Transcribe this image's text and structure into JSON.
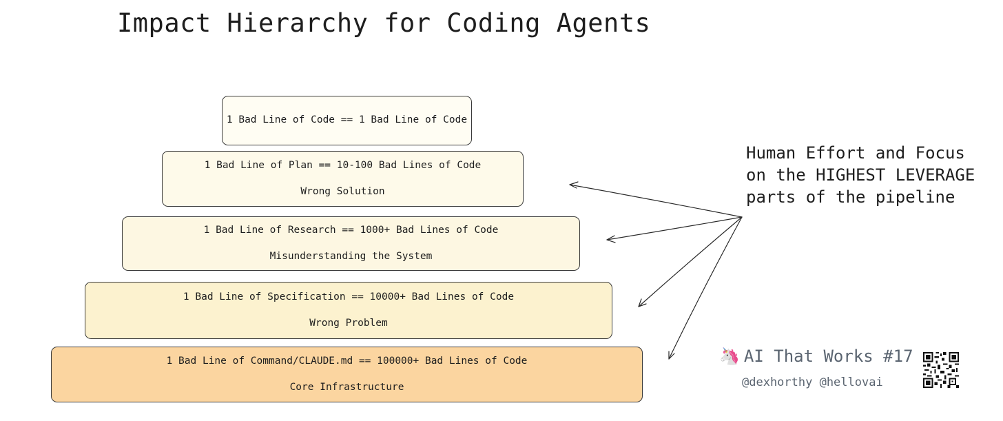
{
  "title": "Impact Hierarchy for Coding Agents",
  "tiers": [
    {
      "line1": "1 Bad Line of Code == 1 Bad Line of Code",
      "line2": ""
    },
    {
      "line1": "1 Bad Line of Plan == 10-100 Bad Lines of Code",
      "line2": "Wrong Solution"
    },
    {
      "line1": "1 Bad Line of Research == 1000+ Bad Lines of Code",
      "line2": "Misunderstanding the System"
    },
    {
      "line1": "1 Bad Line of Specification == 10000+ Bad Lines of Code",
      "line2": "Wrong Problem"
    },
    {
      "line1": "1 Bad Line of Command/CLAUDE.md == 100000+ Bad Lines of Code",
      "line2": "Core Infrastructure"
    }
  ],
  "tier_colors": [
    "#fffdf3",
    "#fefaea",
    "#fdf7e2",
    "#fcf2cf",
    "#fbd5a0"
  ],
  "callout": {
    "line1": "Human Effort and Focus",
    "line2": "on the HIGHEST LEVERAGE",
    "line3": "parts of the pipeline"
  },
  "brand": {
    "icon": "unicorn-icon",
    "emoji": "🦄",
    "name": "AI That Works #17",
    "handles": "@dexhorthy @hellovai"
  },
  "qr_icon": "qr-code-icon"
}
